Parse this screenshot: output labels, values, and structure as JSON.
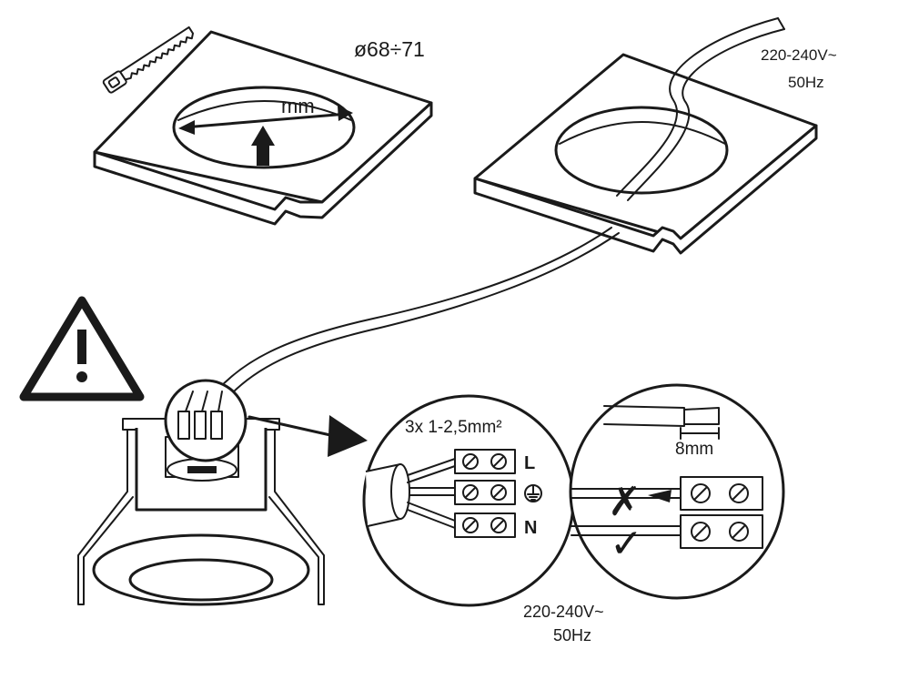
{
  "panel_cutout": {
    "diameter_label": "ø68÷71",
    "unit_label": "mm"
  },
  "panel_mounted": {
    "supply_voltage": "220-240V~",
    "supply_frequency": "50Hz"
  },
  "wiring_detail": {
    "cable_spec": "3x 1-2,5mm²",
    "terminals": [
      "L",
      "⏚",
      "N"
    ]
  },
  "strip_detail": {
    "strip_length": "8mm",
    "wrong_mark": "✗",
    "correct_mark": "✓"
  },
  "bottom_supply": {
    "voltage": "220-240V~",
    "frequency": "50Hz"
  },
  "icons": [
    "saw-icon",
    "arrow-up-icon",
    "warning-icon",
    "ground-icon"
  ]
}
